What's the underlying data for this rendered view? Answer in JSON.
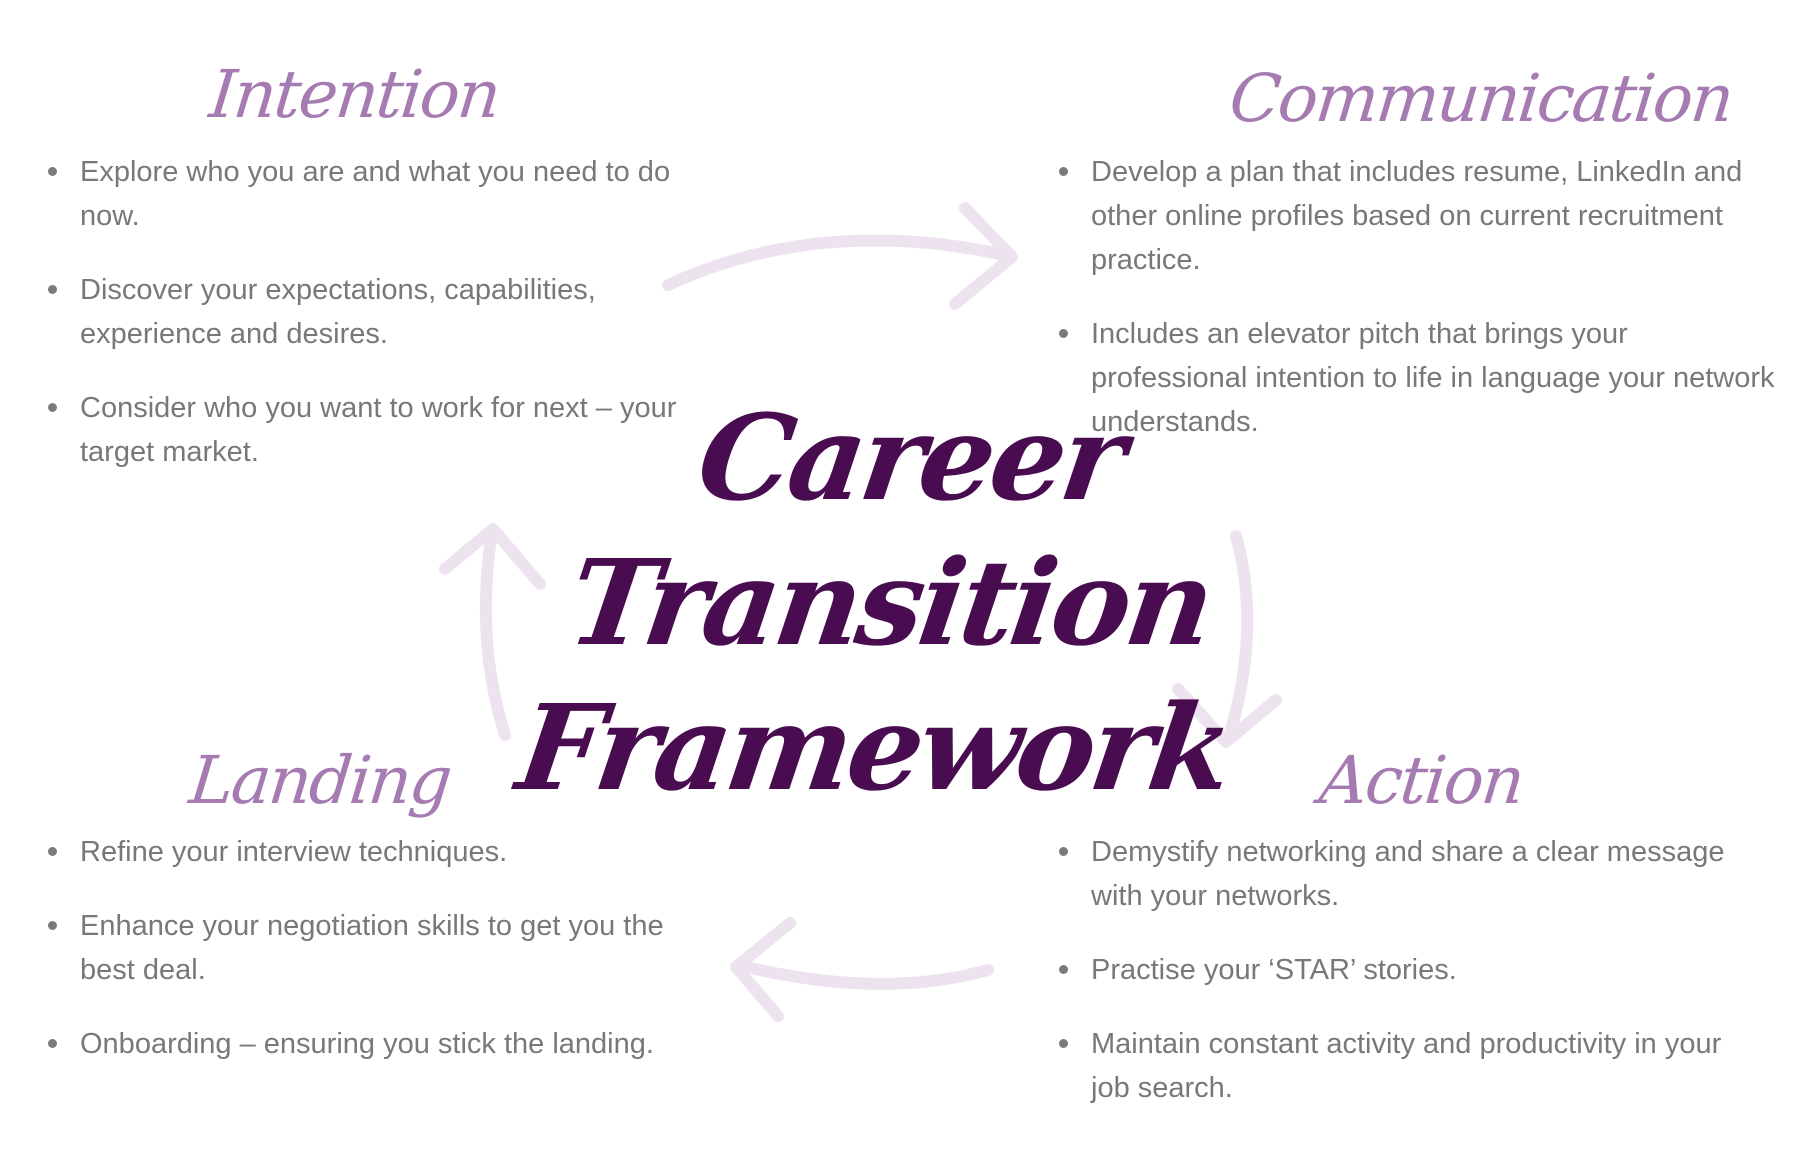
{
  "title": {
    "line1": "Career",
    "line2": "Transition",
    "line3": "Framework"
  },
  "colors": {
    "title": "#4a0c50",
    "heading": "#a57bb2",
    "body_text": "#787878",
    "arrow": "#ece3ef"
  },
  "sections": {
    "intention": {
      "heading": "Intention",
      "items": [
        "Explore who you are and what you need to do now.",
        "Discover your expectations, capabilities, experience and desires.",
        "Consider who you want to work for next – your target market."
      ]
    },
    "communication": {
      "heading": "Communication",
      "items": [
        "Develop a plan that includes resume, LinkedIn and other online profiles based on current recruitment practice.",
        "Includes an elevator pitch that brings your professional intention to life in language your network understands."
      ]
    },
    "action": {
      "heading": "Action",
      "items": [
        "Demystify networking and share a clear message with your networks.",
        "Practise your ‘STAR’ stories.",
        "Maintain constant activity and productivity in your job search."
      ]
    },
    "landing": {
      "heading": "Landing",
      "items": [
        "Refine your interview techniques.",
        "Enhance your negotiation skills to get you the best deal.",
        "Onboarding – ensuring you stick the landing."
      ]
    }
  }
}
